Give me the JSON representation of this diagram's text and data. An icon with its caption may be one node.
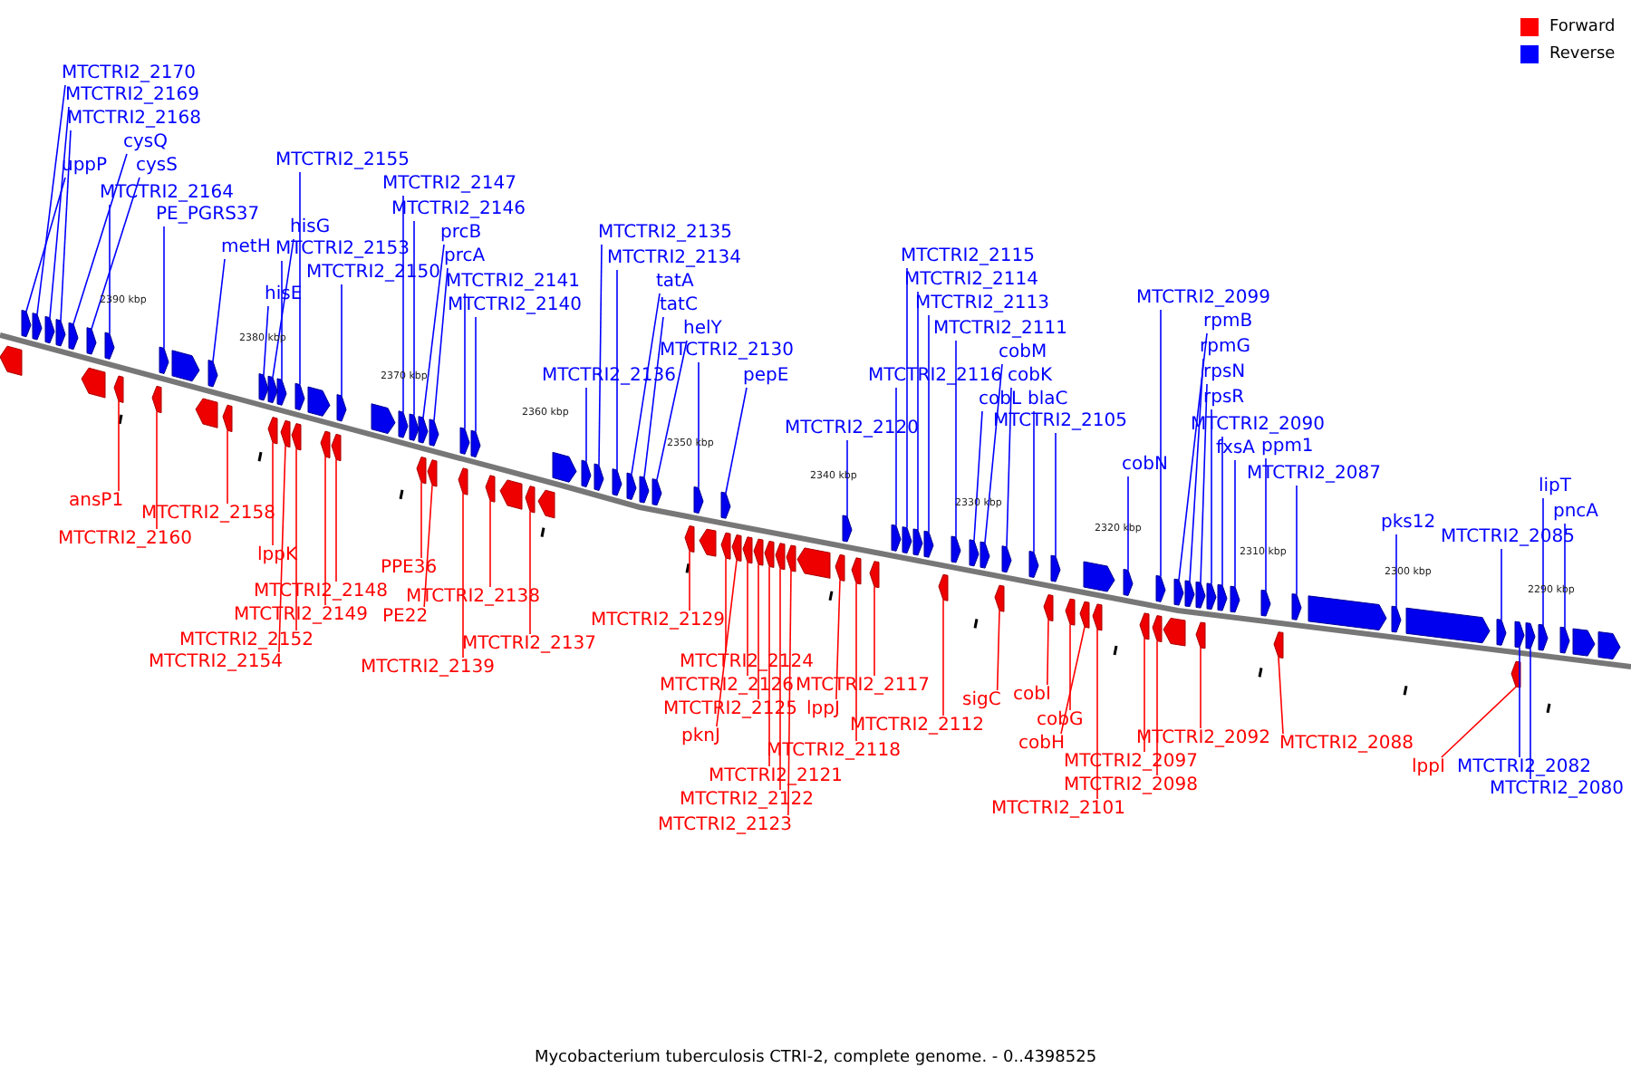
{
  "diagram": {
    "caption": "Mycobacterium tuberculosis CTRI-2, complete genome. - 0..4398525",
    "nodes": [
      {
        "text": [
          "MTCTRI2_2170"
        ]
      },
      {
        "text": [
          "MTCTRI2_2169"
        ]
      },
      {
        "text": [
          "MTCTRI2_2168"
        ]
      },
      {
        "text": [
          "cysQ"
        ]
      },
      {
        "text": [
          "uppP"
        ]
      },
      {
        "text": [
          "cysS"
        ]
      },
      {
        "text": [
          "MTCTRI2_2164"
        ]
      },
      {
        "text": [
          "PE_PGRS37"
        ]
      },
      {
        "text": [
          "metH"
        ]
      },
      {
        "text": [
          "MTCTRI2_2155"
        ]
      },
      {
        "text": [
          "hisG"
        ]
      },
      {
        "text": [
          "MTCTRI2_2153"
        ]
      },
      {
        "text": [
          "hisE"
        ]
      },
      {
        "text": [
          "MTCTRI2_2150"
        ]
      },
      {
        "text": [
          "MTCTRI2_2147"
        ]
      },
      {
        "text": [
          "MTCTRI2_2146"
        ]
      },
      {
        "text": [
          "prcB"
        ]
      },
      {
        "text": [
          "prcA"
        ]
      },
      {
        "text": [
          "MTCTRI2_2141"
        ]
      },
      {
        "text": [
          "MTCTRI2_2140"
        ]
      },
      {
        "text": [
          "MTCTRI2_2135"
        ]
      },
      {
        "text": [
          "MTCTRI2_2134"
        ]
      },
      {
        "text": [
          "tatA"
        ]
      },
      {
        "text": [
          "tatC"
        ]
      },
      {
        "text": [
          "helY"
        ]
      },
      {
        "text": [
          "MTCTRI2_2130"
        ]
      },
      {
        "text": [
          "MTCTRI2_2136"
        ]
      },
      {
        "text": [
          "pepE"
        ]
      },
      {
        "text": [
          "MTCTRI2_2120"
        ]
      },
      {
        "text": [
          "MTCTRI2_2115"
        ]
      },
      {
        "text": [
          "MTCTRI2_2114"
        ]
      },
      {
        "text": [
          "MTCTRI2_2113"
        ]
      },
      {
        "text": [
          "MTCTRI2_2111"
        ]
      },
      {
        "text": [
          "cobM"
        ]
      },
      {
        "text": [
          "MTCTRI2_2116"
        ]
      },
      {
        "text": [
          "cobK"
        ]
      },
      {
        "text": [
          "cobL"
        ]
      },
      {
        "text": [
          "blaC"
        ]
      },
      {
        "text": [
          "MTCTRI2_2105"
        ]
      },
      {
        "text": [
          "MTCTRI2_2099"
        ]
      },
      {
        "text": [
          "rpmB"
        ]
      },
      {
        "text": [
          "rpmG"
        ]
      },
      {
        "text": [
          "rpsN"
        ]
      },
      {
        "text": [
          "rpsR"
        ]
      },
      {
        "text": [
          "MTCTRI2_2090"
        ]
      },
      {
        "text": [
          "cobN"
        ]
      },
      {
        "text": [
          "fxsA"
        ]
      },
      {
        "text": [
          "ppm1"
        ]
      },
      {
        "text": [
          "MTCTRI2_2087"
        ]
      },
      {
        "text": [
          "lipT"
        ]
      },
      {
        "text": [
          "pncA"
        ]
      },
      {
        "text": [
          "pks12"
        ]
      },
      {
        "text": [
          "MTCTRI2_2085"
        ]
      },
      {
        "text": [
          "MTCTRI2_2082"
        ]
      },
      {
        "text": [
          "MTCTRI2_2080"
        ]
      },
      {
        "text": [
          "ansP1"
        ]
      },
      {
        "text": [
          "MTCTRI2_2158"
        ]
      },
      {
        "text": [
          "MTCTRI2_2160"
        ]
      },
      {
        "text": [
          "lppK"
        ]
      },
      {
        "text": [
          "PPE36"
        ]
      },
      {
        "text": [
          "MTCTRI2_2148"
        ]
      },
      {
        "text": [
          "MTCTRI2_2138"
        ]
      },
      {
        "text": [
          "MTCTRI2_2149"
        ]
      },
      {
        "text": [
          "PE22"
        ]
      },
      {
        "text": [
          "MTCTRI2_2129"
        ]
      },
      {
        "text": [
          "MTCTRI2_2152"
        ]
      },
      {
        "text": [
          "MTCTRI2_2137"
        ]
      },
      {
        "text": [
          "MTCTRI2_2154"
        ]
      },
      {
        "text": [
          "MTCTRI2_2139"
        ]
      },
      {
        "text": [
          "MTCTRI2_2124"
        ]
      },
      {
        "text": [
          "MTCTRI2_2126"
        ]
      },
      {
        "text": [
          "MTCTRI2_2117"
        ]
      },
      {
        "text": [
          "MTCTRI2_2125"
        ]
      },
      {
        "text": [
          "lppJ"
        ]
      },
      {
        "text": [
          "MTCTRI2_2112"
        ]
      },
      {
        "text": [
          "sigC"
        ]
      },
      {
        "text": [
          "cobI"
        ]
      },
      {
        "text": [
          "cobG"
        ]
      },
      {
        "text": [
          "cobH"
        ]
      },
      {
        "text": [
          "pknJ"
        ]
      },
      {
        "text": [
          "MTCTRI2_2118"
        ]
      },
      {
        "text": [
          "MTCTRI2_2092"
        ]
      },
      {
        "text": [
          "MTCTRI2_2088"
        ]
      },
      {
        "text": [
          "lppI"
        ]
      },
      {
        "text": [
          "MTCTRI2_2097"
        ]
      },
      {
        "text": [
          "MTCTRI2_2121"
        ]
      },
      {
        "text": [
          "MTCTRI2_2098"
        ]
      },
      {
        "text": [
          "MTCTRI2_2122"
        ]
      },
      {
        "text": [
          "MTCTRI2_2101"
        ]
      },
      {
        "text": [
          "MTCTRI2_2123"
        ]
      },
      {
        "text": [],
        "shape": "arrow"
      },
      {
        "text": [],
        "shape": "arrow"
      },
      {
        "text": [],
        "shape": "arrow"
      },
      {
        "text": [],
        "shape": "arrow"
      },
      {
        "text": [],
        "shape": "arrow"
      },
      {
        "text": [],
        "shape": "arrow"
      },
      {
        "text": [],
        "shape": "arrow"
      },
      {
        "text": [],
        "shape": "arrow"
      },
      {
        "text": [],
        "shape": "arrow"
      },
      {
        "text": [],
        "shape": "arrow"
      },
      {
        "text": [],
        "shape": "arrow"
      },
      {
        "text": [],
        "shape": "arrow"
      },
      {
        "text": [],
        "shape": "arrow"
      },
      {
        "text": [],
        "shape": "arrow"
      },
      {
        "text": [],
        "shape": "arrow"
      },
      {
        "text": [],
        "shape": "arrow"
      },
      {
        "text": [],
        "shape": "arrow"
      },
      {
        "text": [],
        "shape": "arrow"
      },
      {
        "text": [],
        "shape": "arrow"
      },
      {
        "text": [],
        "shape": "arrow"
      },
      {
        "text": [],
        "shape": "arrow"
      },
      {
        "text": [],
        "shape": "arrow"
      },
      {
        "text": [],
        "shape": "arrow"
      },
      {
        "text": [],
        "shape": "arrow"
      },
      {
        "text": [],
        "shape": "arrow"
      },
      {
        "text": [],
        "shape": "arrow"
      },
      {
        "text": [],
        "shape": "arrow"
      },
      {
        "text": [],
        "shape": "arrow"
      },
      {
        "text": [],
        "shape": "arrow"
      },
      {
        "text": [],
        "shape": "arrow"
      },
      {
        "text": [],
        "shape": "arrow"
      },
      {
        "text": [],
        "shape": "arrow"
      },
      {
        "text": [],
        "shape": "arrow"
      },
      {
        "text": [],
        "shape": "arrow"
      },
      {
        "text": [],
        "shape": "arrow"
      },
      {
        "text": [],
        "shape": "arrow"
      },
      {
        "text": [],
        "shape": "arrow"
      },
      {
        "text": [],
        "shape": "arrow"
      },
      {
        "text": [],
        "shape": "arrow"
      },
      {
        "text": [],
        "shape": "arrow"
      },
      {
        "text": [],
        "shape": "arrow"
      },
      {
        "text": [],
        "shape": "arrow"
      },
      {
        "text": [],
        "shape": "arrow"
      },
      {
        "text": [],
        "shape": "arrow"
      },
      {
        "text": [],
        "shape": "arrow"
      },
      {
        "text": [],
        "shape": "arrow"
      },
      {
        "text": [],
        "shape": "arrow"
      },
      {
        "text": [],
        "shape": "arrow"
      },
      {
        "text": [],
        "shape": "arrow"
      },
      {
        "text": [],
        "shape": "arrow"
      },
      {
        "text": [],
        "shape": "arrow"
      },
      {
        "text": [],
        "shape": "arrow"
      },
      {
        "text": [],
        "shape": "arrow"
      },
      {
        "text": [],
        "shape": "arrow"
      },
      {
        "text": [],
        "shape": "arrow"
      },
      {
        "text": [],
        "shape": "arrow"
      },
      {
        "text": [],
        "shape": "arrow"
      },
      {
        "text": [],
        "shape": "arrow"
      },
      {
        "text": [],
        "shape": "arrow"
      },
      {
        "text": [],
        "shape": "arrow"
      },
      {
        "text": [],
        "shape": "arrow"
      },
      {
        "text": [],
        "shape": "arrow"
      },
      {
        "text": [],
        "shape": "arrow"
      },
      {
        "text": [],
        "shape": "arrow"
      },
      {
        "text": [],
        "shape": "arrow"
      },
      {
        "text": [],
        "shape": "arrow"
      },
      {
        "text": [],
        "shape": "arrow"
      },
      {
        "text": [],
        "shape": "arrow"
      },
      {
        "text": [],
        "shape": "arrow"
      },
      {
        "text": [],
        "shape": "arrow"
      },
      {
        "text": [],
        "shape": "arrow"
      },
      {
        "text": [],
        "shape": "arrow"
      },
      {
        "text": [],
        "shape": "arrow"
      },
      {
        "text": [],
        "shape": "arrow"
      },
      {
        "text": [],
        "shape": "arrow"
      },
      {
        "text": [],
        "shape": "arrow"
      },
      {
        "text": [],
        "shape": "arrow"
      },
      {
        "text": [],
        "shape": "arrow"
      },
      {
        "text": [],
        "shape": "arrow"
      },
      {
        "text": [],
        "shape": "arrow"
      },
      {
        "text": [],
        "shape": "arrow"
      },
      {
        "text": [],
        "shape": "arrow"
      },
      {
        "text": [],
        "shape": "arrow"
      },
      {
        "text": [],
        "shape": "arrow"
      },
      {
        "text": [],
        "shape": "arrow"
      },
      {
        "text": [],
        "shape": "arrow"
      },
      {
        "text": [],
        "shape": "arrow"
      },
      {
        "text": [],
        "shape": "arrow"
      },
      {
        "text": [],
        "shape": "arrow"
      },
      {
        "text": [],
        "shape": "arrow"
      },
      {
        "text": [],
        "shape": "arrow"
      },
      {
        "text": [],
        "shape": "arrow"
      },
      {
        "text": [],
        "shape": "arrow"
      },
      {
        "text": [],
        "shape": "arrow"
      },
      {
        "text": [],
        "shape": "arrow"
      },
      {
        "text": [],
        "shape": "arrow"
      },
      {
        "text": [],
        "shape": "arrow"
      },
      {
        "text": [],
        "shape": "arrow"
      },
      {
        "text": [],
        "shape": "arrow"
      },
      {
        "text": [],
        "shape": "arrow"
      },
      {
        "text": [],
        "shape": "arrow"
      },
      {
        "text": [],
        "shape": "arrow"
      },
      {
        "text": [],
        "shape": "arrow"
      },
      {
        "text": [],
        "shape": "arrow"
      },
      {
        "text": [],
        "shape": "arrow"
      },
      {
        "text": [],
        "shape": "arrow"
      },
      {
        "text": [],
        "shape": "arrow"
      }
    ],
    "edges": [
      {
        "from": 0,
        "to": 90,
        "arrow": "none",
        "color": "#0000ff"
      },
      {
        "from": 1,
        "to": 91,
        "arrow": "none",
        "color": "#0000ff"
      },
      {
        "from": 2,
        "to": 92,
        "arrow": "none",
        "color": "#0000ff"
      },
      {
        "from": 3,
        "to": 93,
        "arrow": "none",
        "color": "#0000ff"
      },
      {
        "from": 4,
        "to": 94,
        "arrow": "none",
        "color": "#0000ff"
      },
      {
        "from": 5,
        "to": 95,
        "arrow": "none",
        "color": "#0000ff"
      },
      {
        "from": 6,
        "to": 96,
        "arrow": "none",
        "color": "#0000ff"
      },
      {
        "from": 7,
        "to": 97,
        "arrow": "none",
        "color": "#0000ff"
      },
      {
        "from": 8,
        "to": 98,
        "arrow": "none",
        "color": "#0000ff"
      },
      {
        "from": 9,
        "to": 99,
        "arrow": "none",
        "color": "#0000ff"
      },
      {
        "from": 10,
        "to": 100,
        "arrow": "none",
        "color": "#0000ff"
      },
      {
        "from": 11,
        "to": 101,
        "arrow": "none",
        "color": "#0000ff"
      },
      {
        "from": 12,
        "to": 102,
        "arrow": "none",
        "color": "#0000ff"
      },
      {
        "from": 13,
        "to": 103,
        "arrow": "none",
        "color": "#0000ff"
      },
      {
        "from": 14,
        "to": 104,
        "arrow": "none",
        "color": "#0000ff"
      },
      {
        "from": 15,
        "to": 105,
        "arrow": "none",
        "color": "#0000ff"
      },
      {
        "from": 16,
        "to": 106,
        "arrow": "none",
        "color": "#0000ff"
      },
      {
        "from": 17,
        "to": 107,
        "arrow": "none",
        "color": "#0000ff"
      },
      {
        "from": 18,
        "to": 108,
        "arrow": "none",
        "color": "#0000ff"
      },
      {
        "from": 19,
        "to": 109,
        "arrow": "none",
        "color": "#0000ff"
      },
      {
        "from": 20,
        "to": 110,
        "arrow": "none",
        "color": "#0000ff"
      },
      {
        "from": 21,
        "to": 111,
        "arrow": "none",
        "color": "#0000ff"
      },
      {
        "from": 22,
        "to": 112,
        "arrow": "none",
        "color": "#0000ff"
      },
      {
        "from": 23,
        "to": 113,
        "arrow": "none",
        "color": "#0000ff"
      },
      {
        "from": 24,
        "to": 114,
        "arrow": "none",
        "color": "#0000ff"
      },
      {
        "from": 25,
        "to": 115,
        "arrow": "none",
        "color": "#0000ff"
      },
      {
        "from": 26,
        "to": 116,
        "arrow": "none",
        "color": "#0000ff"
      },
      {
        "from": 27,
        "to": 117,
        "arrow": "none",
        "color": "#0000ff"
      },
      {
        "from": 28,
        "to": 118,
        "arrow": "none",
        "color": "#0000ff"
      },
      {
        "from": 29,
        "to": 119,
        "arrow": "none",
        "color": "#0000ff"
      },
      {
        "from": 30,
        "to": 120,
        "arrow": "none",
        "color": "#0000ff"
      },
      {
        "from": 31,
        "to": 121,
        "arrow": "none",
        "color": "#0000ff"
      },
      {
        "from": 32,
        "to": 122,
        "arrow": "none",
        "color": "#0000ff"
      },
      {
        "from": 33,
        "to": 123,
        "arrow": "none",
        "color": "#0000ff"
      },
      {
        "from": 34,
        "to": 124,
        "arrow": "none",
        "color": "#0000ff"
      },
      {
        "from": 35,
        "to": 125,
        "arrow": "none",
        "color": "#0000ff"
      },
      {
        "from": 36,
        "to": 126,
        "arrow": "none",
        "color": "#0000ff"
      },
      {
        "from": 37,
        "to": 127,
        "arrow": "none",
        "color": "#0000ff"
      },
      {
        "from": 38,
        "to": 128,
        "arrow": "none",
        "color": "#0000ff"
      },
      {
        "from": 39,
        "to": 129,
        "arrow": "none",
        "color": "#0000ff"
      },
      {
        "from": 40,
        "to": 130,
        "arrow": "none",
        "color": "#0000ff"
      },
      {
        "from": 41,
        "to": 131,
        "arrow": "none",
        "color": "#0000ff"
      },
      {
        "from": 42,
        "to": 132,
        "arrow": "none",
        "color": "#0000ff"
      },
      {
        "from": 43,
        "to": 133,
        "arrow": "none",
        "color": "#0000ff"
      },
      {
        "from": 44,
        "to": 134,
        "arrow": "none",
        "color": "#0000ff"
      },
      {
        "from": 45,
        "to": 135,
        "arrow": "none",
        "color": "#0000ff"
      },
      {
        "from": 46,
        "to": 136,
        "arrow": "none",
        "color": "#0000ff"
      },
      {
        "from": 47,
        "to": 137,
        "arrow": "none",
        "color": "#0000ff"
      },
      {
        "from": 48,
        "to": 138,
        "arrow": "none",
        "color": "#0000ff"
      },
      {
        "from": 49,
        "to": 139,
        "arrow": "none",
        "color": "#0000ff"
      },
      {
        "from": 50,
        "to": 140,
        "arrow": "none",
        "color": "#0000ff"
      },
      {
        "from": 51,
        "to": 141,
        "arrow": "none",
        "color": "#0000ff"
      },
      {
        "from": 52,
        "to": 142,
        "arrow": "none",
        "color": "#0000ff"
      },
      {
        "from": 53,
        "to": 143,
        "arrow": "none",
        "color": "#0000ff"
      },
      {
        "from": 54,
        "to": 144,
        "arrow": "none",
        "color": "#0000ff"
      },
      {
        "from": 55,
        "to": 145,
        "arrow": "none",
        "color": "#ff0000"
      },
      {
        "from": 56,
        "to": 146,
        "arrow": "none",
        "color": "#ff0000"
      },
      {
        "from": 57,
        "to": 147,
        "arrow": "none",
        "color": "#ff0000"
      },
      {
        "from": 58,
        "to": 148,
        "arrow": "none",
        "color": "#ff0000"
      },
      {
        "from": 59,
        "to": 149,
        "arrow": "none",
        "color": "#ff0000"
      },
      {
        "from": 60,
        "to": 150,
        "arrow": "none",
        "color": "#ff0000"
      },
      {
        "from": 61,
        "to": 151,
        "arrow": "none",
        "color": "#ff0000"
      },
      {
        "from": 62,
        "to": 152,
        "arrow": "none",
        "color": "#ff0000"
      },
      {
        "from": 63,
        "to": 153,
        "arrow": "none",
        "color": "#ff0000"
      },
      {
        "from": 64,
        "to": 154,
        "arrow": "none",
        "color": "#ff0000"
      },
      {
        "from": 65,
        "to": 155,
        "arrow": "none",
        "color": "#ff0000"
      },
      {
        "from": 66,
        "to": 156,
        "arrow": "none",
        "color": "#ff0000"
      },
      {
        "from": 67,
        "to": 157,
        "arrow": "none",
        "color": "#ff0000"
      },
      {
        "from": 68,
        "to": 158,
        "arrow": "none",
        "color": "#ff0000"
      },
      {
        "from": 69,
        "to": 159,
        "arrow": "none",
        "color": "#ff0000"
      },
      {
        "from": 70,
        "to": 160,
        "arrow": "none",
        "color": "#ff0000"
      },
      {
        "from": 71,
        "to": 161,
        "arrow": "none",
        "color": "#ff0000"
      },
      {
        "from": 72,
        "to": 162,
        "arrow": "none",
        "color": "#ff0000"
      },
      {
        "from": 73,
        "to": 163,
        "arrow": "none",
        "color": "#ff0000"
      },
      {
        "from": 74,
        "to": 164,
        "arrow": "none",
        "color": "#ff0000"
      },
      {
        "from": 75,
        "to": 165,
        "arrow": "none",
        "color": "#ff0000"
      },
      {
        "from": 76,
        "to": 166,
        "arrow": "none",
        "color": "#ff0000"
      },
      {
        "from": 77,
        "to": 167,
        "arrow": "none",
        "color": "#ff0000"
      },
      {
        "from": 78,
        "to": 168,
        "arrow": "none",
        "color": "#ff0000"
      },
      {
        "from": 79,
        "to": 169,
        "arrow": "none",
        "color": "#ff0000"
      },
      {
        "from": 80,
        "to": 170,
        "arrow": "none",
        "color": "#ff0000"
      },
      {
        "from": 81,
        "to": 171,
        "arrow": "none",
        "color": "#ff0000"
      },
      {
        "from": 82,
        "to": 172,
        "arrow": "none",
        "color": "#ff0000"
      },
      {
        "from": 83,
        "to": 173,
        "arrow": "none",
        "color": "#ff0000"
      },
      {
        "from": 84,
        "to": 174,
        "arrow": "none",
        "color": "#ff0000"
      },
      {
        "from": 85,
        "to": 175,
        "arrow": "none",
        "color": "#ff0000"
      },
      {
        "from": 86,
        "to": 176,
        "arrow": "none",
        "color": "#ff0000"
      },
      {
        "from": 87,
        "to": 177,
        "arrow": "none",
        "color": "#ff0000"
      },
      {
        "from": 88,
        "to": 178,
        "arrow": "none",
        "color": "#ff0000"
      },
      {
        "from": 89,
        "to": 179,
        "arrow": "none",
        "color": "#ff0000"
      }
    ],
    "labels": [
      "2390 kbp",
      "2380 kbp",
      "2370 kbp",
      "2360 kbp",
      "2350 kbp",
      "2340 kbp",
      "2330 kbp",
      "2320 kbp",
      "2310 kbp",
      "2300 kbp",
      "2290 kbp"
    ],
    "legend": [
      {
        "text": "Forward",
        "color": "#ff0000"
      },
      {
        "text": "Reverse",
        "color": "#0000ff"
      }
    ]
  }
}
